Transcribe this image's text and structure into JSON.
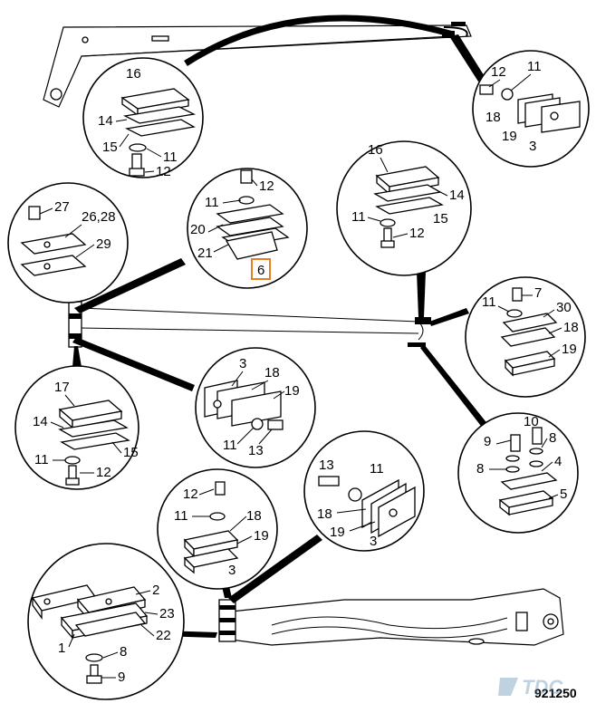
{
  "diagram": {
    "drawing_number": "921250",
    "logo_text": "TDC",
    "highlighted_callout": "6",
    "bubbles": [
      {
        "id": "b1",
        "callouts": [
          "16",
          "14",
          "15",
          "11",
          "12"
        ]
      },
      {
        "id": "b2",
        "callouts": [
          "12",
          "11",
          "18",
          "19",
          "3"
        ]
      },
      {
        "id": "b3",
        "callouts": [
          "27",
          "26,28",
          "29"
        ]
      },
      {
        "id": "b4",
        "callouts": [
          "12",
          "11",
          "20",
          "21",
          "6"
        ]
      },
      {
        "id": "b5",
        "callouts": [
          "16",
          "14",
          "11",
          "15",
          "12"
        ]
      },
      {
        "id": "b6",
        "callouts": [
          "11",
          "7",
          "30",
          "18",
          "19"
        ]
      },
      {
        "id": "b7",
        "callouts": [
          "17",
          "14",
          "15",
          "11",
          "12"
        ]
      },
      {
        "id": "b8",
        "callouts": [
          "3",
          "18",
          "19",
          "11",
          "13"
        ]
      },
      {
        "id": "b9",
        "callouts": [
          "10",
          "9",
          "8",
          "8",
          "4",
          "5"
        ]
      },
      {
        "id": "b10",
        "callouts": [
          "13",
          "11",
          "18",
          "19",
          "3"
        ]
      },
      {
        "id": "b11",
        "callouts": [
          "12",
          "11",
          "18",
          "19",
          "3"
        ]
      },
      {
        "id": "b12",
        "callouts": [
          "2",
          "23",
          "22",
          "1",
          "8",
          "9"
        ]
      }
    ]
  }
}
